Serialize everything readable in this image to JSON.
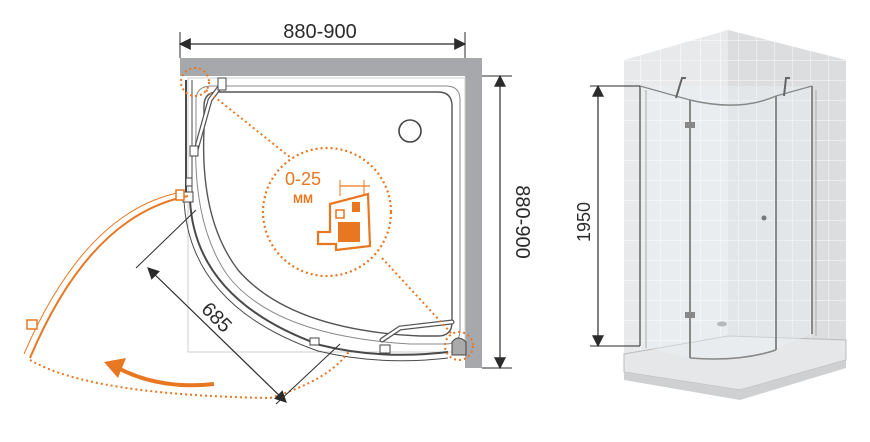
{
  "plan": {
    "width_dim": "880-900",
    "depth_dim": "880-900",
    "door_dim": "685"
  },
  "detail": {
    "gap_range": "0-25",
    "unit": "MM"
  },
  "elevation": {
    "height_dim": "1950"
  },
  "colors": {
    "accent": "#e87722",
    "wall": "#a7a8ab",
    "line": "#4a4a4a"
  }
}
